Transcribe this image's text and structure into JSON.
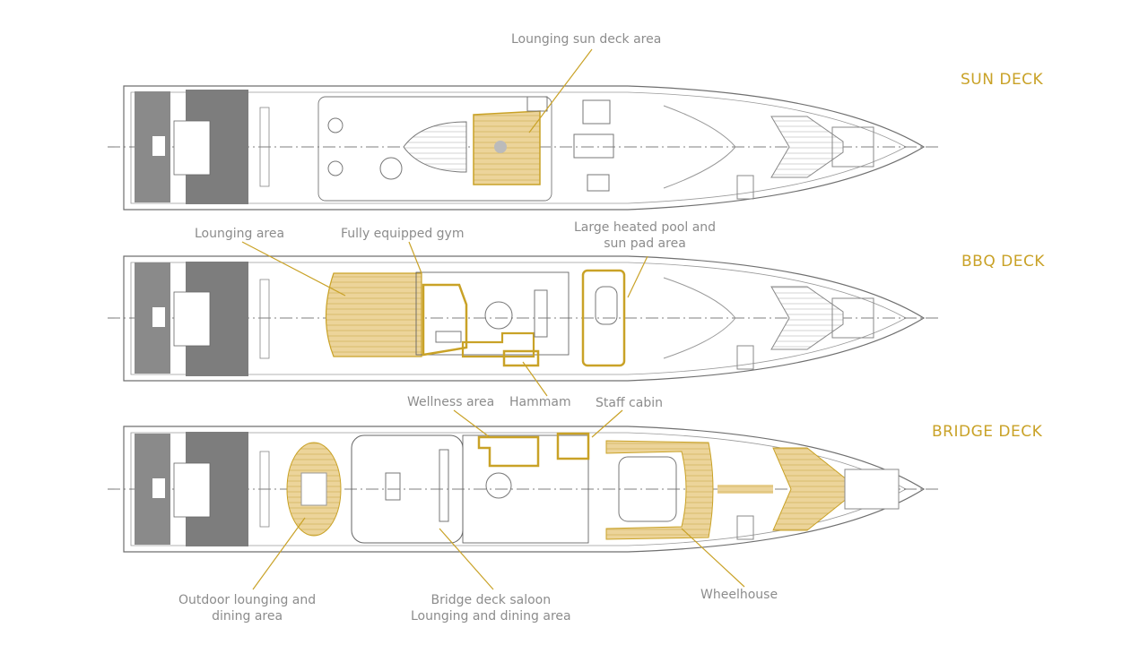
{
  "colors": {
    "accent": "#c9a227",
    "deck_fill": "#ecd49a",
    "outline": "#6f6f6f",
    "dark_area": "#7d7d7d",
    "label_text": "#8c8c8c"
  },
  "decks": {
    "sun": {
      "title": "SUN DECK"
    },
    "bbq": {
      "title": "BBQ DECK"
    },
    "bridge": {
      "title": "BRIDGE DECK"
    }
  },
  "callouts": {
    "lounging_sun": "Lounging sun deck area",
    "lounging_area": "Lounging area",
    "gym": "Fully equipped gym",
    "pool_line1": "Large heated pool and",
    "pool_line2": "sun pad area",
    "wellness": "Wellness area",
    "hammam": "Hammam",
    "staff_cabin": "Staff cabin",
    "outdoor_line1": "Outdoor lounging and",
    "outdoor_line2": "dining area",
    "saloon_line1": "Bridge deck saloon",
    "saloon_line2": "Lounging and dining area",
    "wheelhouse": "Wheelhouse"
  }
}
